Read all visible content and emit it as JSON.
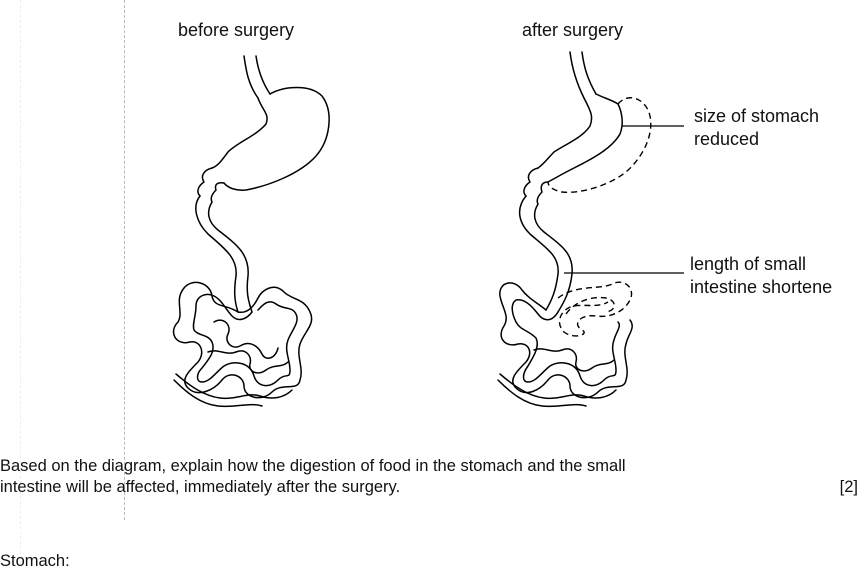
{
  "diagram": {
    "before_title": "before surgery",
    "after_title": "after surgery",
    "annotations": {
      "stomach_line1": "size of stomach",
      "stomach_line2": "reduced",
      "intestine_line1": "length of small",
      "intestine_line2": "intestine shortene"
    }
  },
  "question": {
    "line1": "Based on the diagram, explain how the digestion of food in the stomach and the small",
    "line2": "intestine will be affected, immediately after the surgery.",
    "marks": "[2]"
  },
  "answer": {
    "stomach_label": "Stomach:"
  }
}
